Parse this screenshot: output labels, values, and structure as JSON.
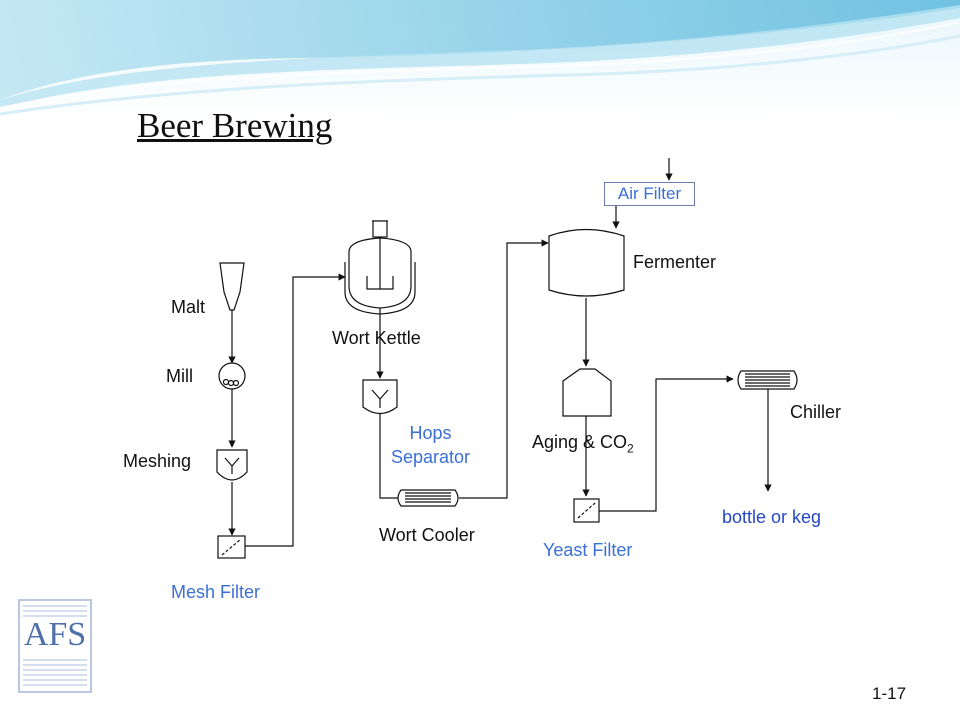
{
  "title": "Beer Brewing",
  "page_number": "1-17",
  "logo_text": "AFS",
  "labels": {
    "malt": "Malt",
    "mill": "Mill",
    "meshing": "Meshing",
    "mesh_filter": "Mesh Filter",
    "wort_kettle": "Wort Kettle",
    "hops_line1": "Hops",
    "hops_line2": "Separator",
    "wort_cooler": "Wort Cooler",
    "fermenter": "Fermenter",
    "air_filter": "Air Filter",
    "aging": "Aging & CO",
    "aging_sub": "2",
    "yeast_filter": "Yeast Filter",
    "chiller": "Chiller",
    "bottle": "bottle or keg"
  },
  "colors": {
    "label_blue": "#3a6fd8",
    "label_dark_blue": "#2747c9",
    "header_wave": "#8fd4ea",
    "logo": "#4f6fa8"
  }
}
